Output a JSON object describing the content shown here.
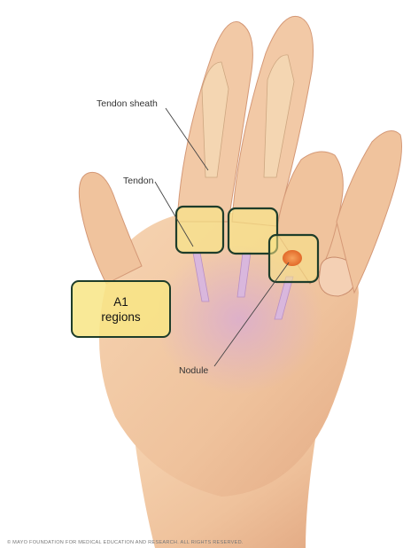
{
  "labels": {
    "tendon_sheath": "Tendon sheath",
    "tendon": "Tendon",
    "nodule": "Nodule",
    "a1_line1": "A1",
    "a1_line2": "regions"
  },
  "copyright": "© MAYO FOUNDATION FOR MEDICAL EDUCATION AND RESEARCH. ALL RIGHTS RESERVED.",
  "colors": {
    "skin": "#f1c7a1",
    "skin_shadow": "#d89c78",
    "highlight_box": "#f8e585",
    "box_border": "#1e3d2a",
    "tendon": "#d9b7dd",
    "nodule": "#f2863a"
  }
}
